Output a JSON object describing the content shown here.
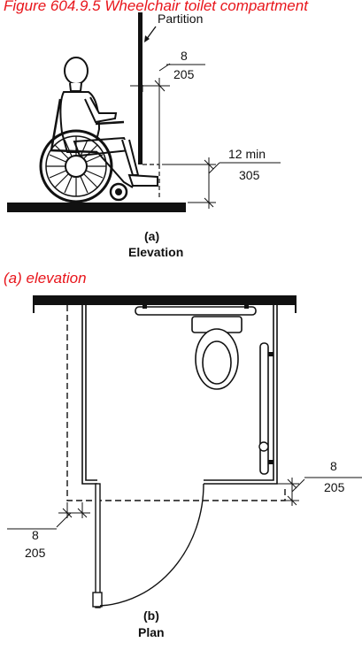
{
  "figure_title": "Figure 604.9.5 Wheelchair toilet compartment",
  "elevation": {
    "partition_label": "Partition",
    "toe_width_in": "8",
    "toe_width_mm": "205",
    "toe_height_in": "12 min",
    "toe_height_mm": "305",
    "caption_letter": "(a)",
    "caption_name": "Elevation"
  },
  "section_label": "(a) elevation",
  "plan": {
    "right_in": "8",
    "right_mm": "205",
    "left_in": "8",
    "left_mm": "205",
    "caption_letter": "(b)",
    "caption_name": "Plan"
  }
}
